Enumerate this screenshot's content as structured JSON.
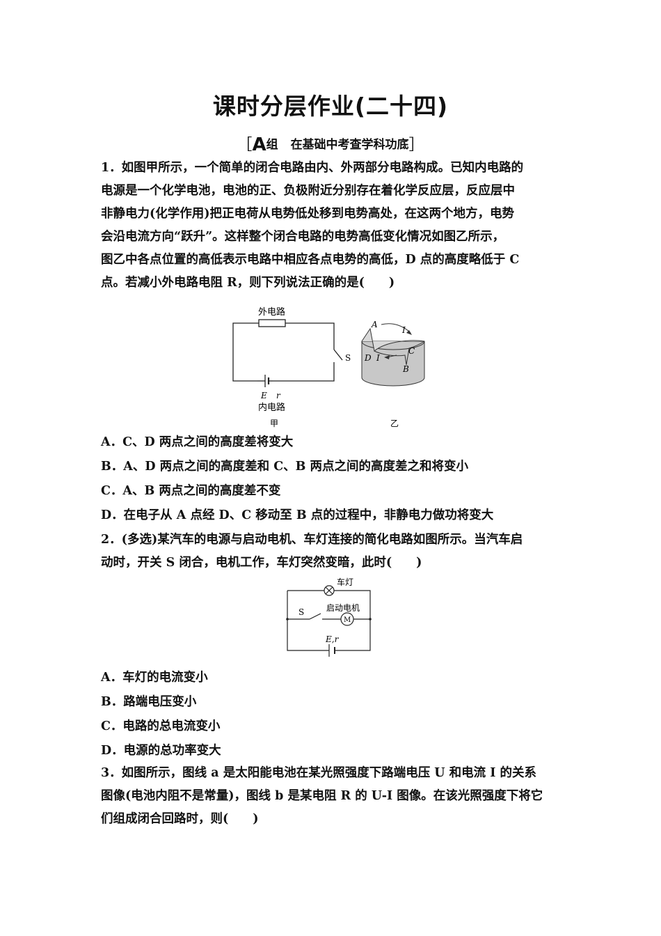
{
  "title": "课时分层作业(二十四)",
  "group": {
    "open": "［",
    "letter": "A",
    "label": "组",
    "text": "在基础中考查学科功底",
    "close": "］"
  },
  "q1": {
    "lines": [
      "1．如图甲所示，一个简单的闭合电路由内、外两部分电路构成。已知内电路的",
      "电源是一个化学电池，电池的正、负极附近分别存在着化学反应层，反应层中",
      "非静电力(化学作用)把正电荷从电势低处移到电势高处，在这两个地方，电势",
      "会沿电流方向“跃升”。这样整个闭合电路的电势高低变化情况如图乙所示，",
      "图乙中各点位置的高低表示电路中相应各点电势的高低，D 点的高度略低于 C",
      "点。若减小外电路电阻 R，则下列说法正确的是(　　)"
    ],
    "figure": {
      "outer_label": "外电路",
      "inner_label": "内电路",
      "switch_label": "S",
      "emf_label": "E",
      "r_label": "r",
      "caption_left": "甲",
      "caption_right": "乙",
      "A": "A",
      "B": "B",
      "C": "C",
      "D": "D",
      "I_top": "I",
      "I_inner": "I"
    },
    "options": [
      "A．C、D 两点之间的高度差将变大",
      "B．A、D 两点之间的高度差和 C、B 两点之间的高度差之和将变小",
      "C．A、B 两点之间的高度差不变",
      "D．在电子从 A 点经 D、C 移动至 B 点的过程中，非静电力做功将变大"
    ]
  },
  "q2": {
    "lines": [
      "2．(多选)某汽车的电源与启动电机、车灯连接的简化电路如图所示。当汽车启",
      "动时，开关 S 闭合，电机工作，车灯突然变暗，此时(　　)"
    ],
    "figure": {
      "lamp_label": "车灯",
      "motor_label": "启动电机",
      "motor_symbol": "M",
      "switch_label": "S",
      "source_label": "E,r"
    },
    "options": [
      "A．车灯的电流变小",
      "B．路端电压变小",
      "C．电路的总电流变小",
      "D．电源的总功率变大"
    ]
  },
  "q3": {
    "lines": [
      "3．如图所示，图线 a 是太阳能电池在某光照强度下路端电压 U 和电流 I 的关系",
      "图像(电池内阻不是常量)，图线 b 是某电阻 R 的 U-I 图像。在该光照强度下将它",
      "们组成闭合回路时，则(　　)"
    ]
  }
}
